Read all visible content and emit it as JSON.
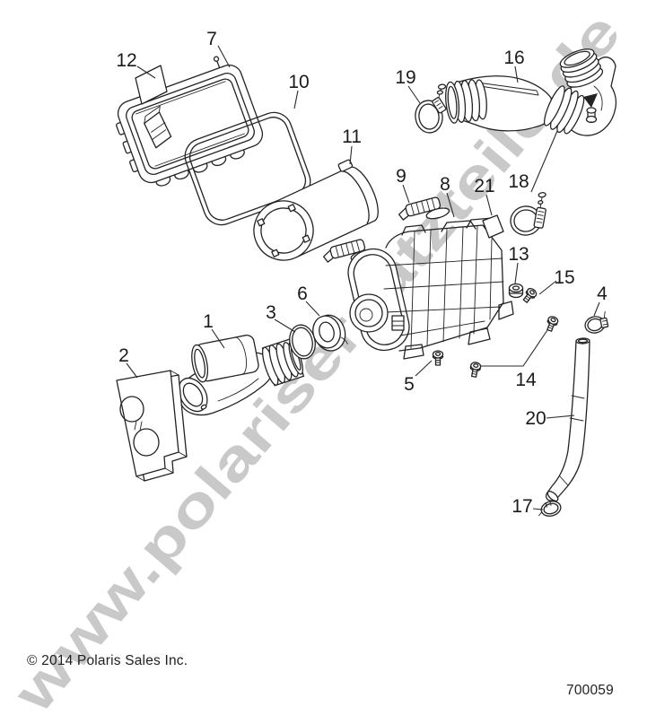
{
  "watermark": {
    "text": "www.polarisersatzteile.de"
  },
  "colors": {
    "watermark_fill": "#c9c9c9",
    "line": "#232323"
  },
  "callouts": {
    "n1": "1",
    "n2": "2",
    "n3": "3",
    "n4": "4",
    "n5": "5",
    "n6": "6",
    "n7": "7",
    "n8": "8",
    "n9": "9",
    "n10": "10",
    "n11": "11",
    "n12": "12",
    "n13": "13",
    "n14": "14",
    "n15": "15",
    "n16": "16",
    "n17": "17",
    "n18": "18",
    "n19": "19",
    "n20": "20",
    "n21": "21"
  },
  "footer": {
    "copyright": "© 2014 Polaris Sales Inc.",
    "drawing_number": "700059"
  }
}
